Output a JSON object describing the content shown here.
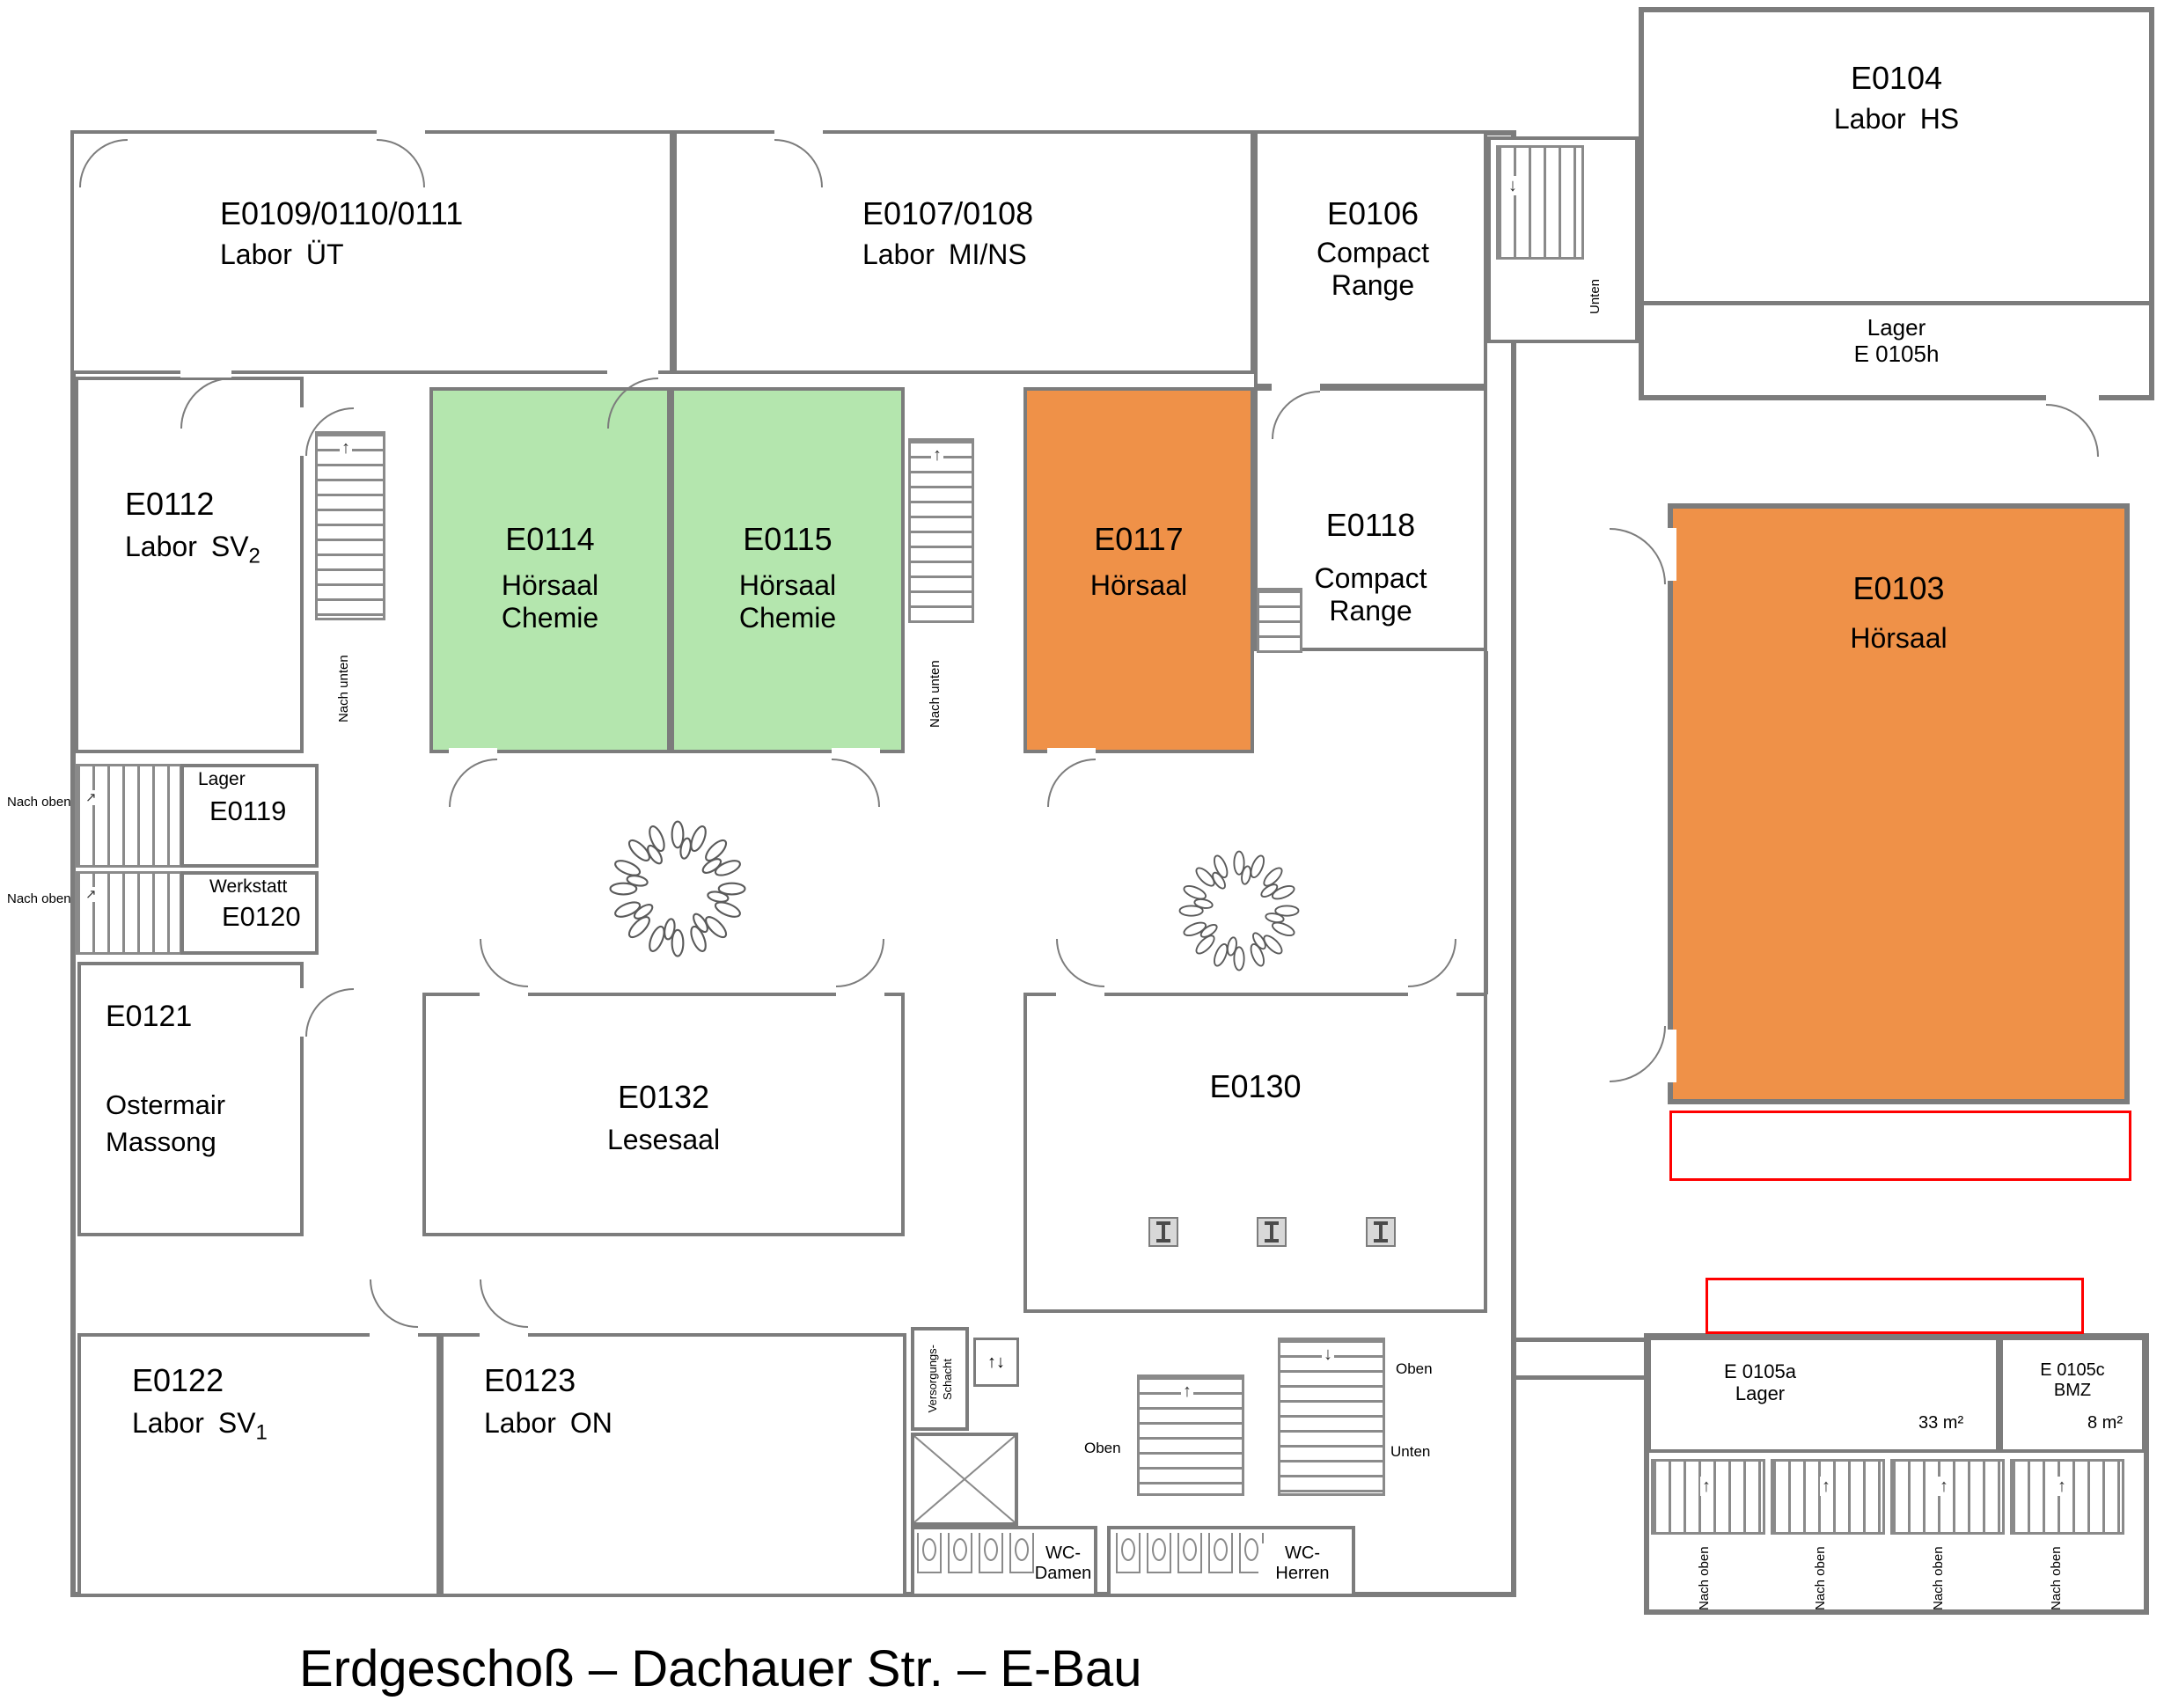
{
  "title": "Erdgeschoß – Dachauer Str. – E-Bau",
  "colors": {
    "wall": "#7c7c7c",
    "room_green": "#b4e6ae",
    "room_orange": "#ef9148",
    "highlight_red": "#ff0000"
  },
  "icons": {
    "up_arrow": "↑",
    "down_arrow": "↓",
    "up_right_arrow": "↗",
    "up_down_arrow": "↑↓"
  },
  "rooms": {
    "e0109": {
      "id": "E0109/0110/0111",
      "name": "Labor",
      "suffix": "ÜT"
    },
    "e0107": {
      "id": "E0107/0108",
      "name": "Labor",
      "suffix": "MI/NS"
    },
    "e0106": {
      "id": "E0106",
      "name1": "Compact",
      "name2": "Range"
    },
    "e0104": {
      "id": "E0104",
      "name": "Labor",
      "suffix": "HS"
    },
    "e0105h": {
      "name": "Lager",
      "id": "E 0105h"
    },
    "e0112": {
      "id": "E0112",
      "name": "Labor",
      "suffix": "SV",
      "sub": "2"
    },
    "e0114": {
      "id": "E0114",
      "name1": "Hörsaal",
      "name2": "Chemie"
    },
    "e0115": {
      "id": "E0115",
      "name1": "Hörsaal",
      "name2": "Chemie"
    },
    "e0117": {
      "id": "E0117",
      "name1": "Hörsaal"
    },
    "e0118": {
      "id": "E0118",
      "name1": "Compact",
      "name2": "Range"
    },
    "e0103": {
      "id": "E0103",
      "name1": "Hörsaal"
    },
    "e0119": {
      "type": "Lager",
      "id": "E0119"
    },
    "e0120": {
      "type": "Werkstatt",
      "id": "E0120"
    },
    "e0121": {
      "id": "E0121",
      "name1": "Ostermair",
      "name2": "Massong"
    },
    "e0132": {
      "id": "E0132",
      "name1": "Lesesaal"
    },
    "e0130": {
      "id": "E0130"
    },
    "e0122": {
      "id": "E0122",
      "name": "Labor",
      "suffix": "SV",
      "sub": "1"
    },
    "e0123": {
      "id": "E0123",
      "name": "Labor",
      "suffix": "ON"
    },
    "e0105a": {
      "id": "E 0105a",
      "name": "Lager",
      "area": "33 m²"
    },
    "e0105c": {
      "id": "E 0105c",
      "name": "BMZ",
      "area": "8 m²"
    }
  },
  "labels": {
    "nach_oben": "Nach oben",
    "nach_unten": "Nach unten",
    "oben": "Oben",
    "unten": "Unten",
    "wc_prefix": "WC-",
    "damen": "Damen",
    "herren": "Herren",
    "schacht1": "Versorgungs-",
    "schacht2": "Schacht"
  }
}
